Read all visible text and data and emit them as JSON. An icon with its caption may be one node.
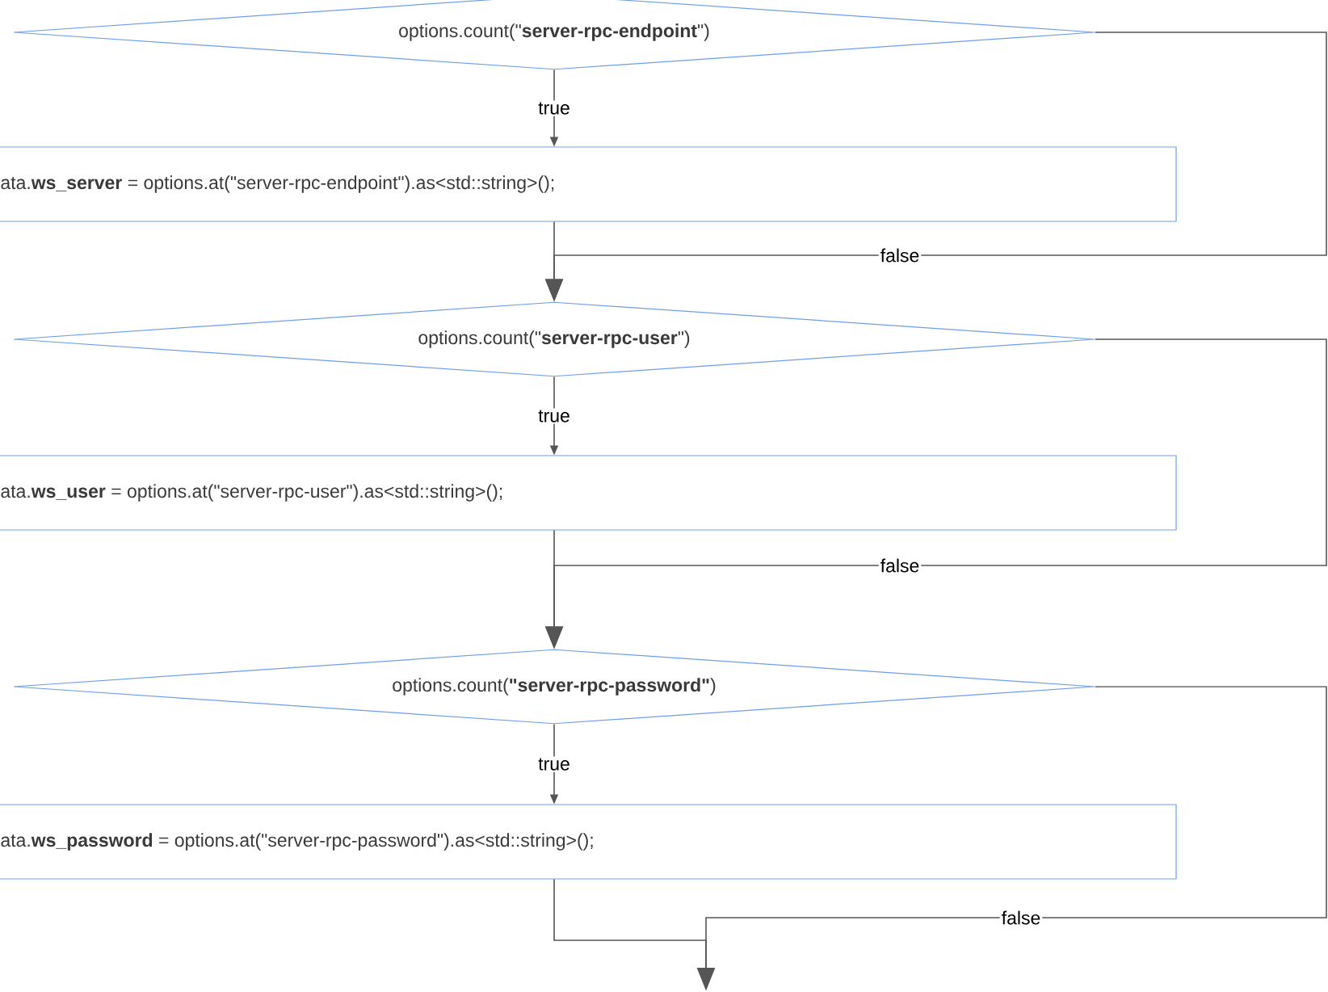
{
  "diagram": {
    "nodes": [
      {
        "text": [
          "options.count(\"**server-rpc-endpoint**\")"
        ]
      },
      {
        "text": [
          "ata.**ws_server** = options.at(\"server-rpc-endpoint\").as<std::string>();"
        ]
      },
      {
        "text": [
          "options.count(\"**server-rpc-user**\")"
        ]
      },
      {
        "text": [
          "ata.**ws_user** = options.at(\"server-rpc-user\").as<std::string>();"
        ]
      },
      {
        "text": [
          "options.count(**\"server-rpc-password\"**)"
        ]
      },
      {
        "text": [
          "ata.**ws_password** = options.at(\"server-rpc-password\").as<std::string>();"
        ]
      }
    ],
    "edges": [
      {
        "from": 0,
        "to": 1,
        "arrow": "to",
        "label": "true"
      },
      {
        "from": 1,
        "to": 2,
        "arrow": "to"
      },
      {
        "from": 0,
        "to": 2,
        "arrow": "to",
        "label": "false"
      },
      {
        "from": 2,
        "to": 3,
        "arrow": "to",
        "label": "true"
      },
      {
        "from": 3,
        "to": 4,
        "arrow": "to"
      },
      {
        "from": 2,
        "to": 4,
        "arrow": "to",
        "label": "false"
      },
      {
        "from": 4,
        "to": 5,
        "arrow": "to",
        "label": "true"
      },
      {
        "from": 5,
        "to": null,
        "arrow": "to"
      },
      {
        "from": 4,
        "to": null,
        "arrow": "to",
        "label": "false"
      }
    ]
  }
}
